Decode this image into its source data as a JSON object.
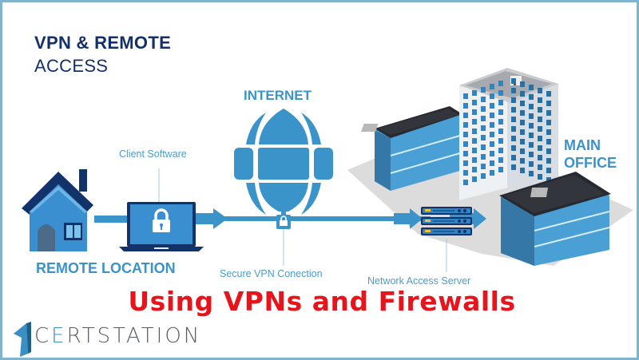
{
  "diagram": {
    "title_line1": "VPN & REMOTE",
    "title_line2": "ACCESS",
    "internet_label": "INTERNET",
    "client_software_label": "Client Software",
    "remote_location_label": "REMOTE LOCATION",
    "secure_vpn_label": "Secure VPN Conection",
    "network_access_server_label": "Network Access Server",
    "main_office_line1": "MAIN",
    "main_office_line2": "OFFICE",
    "icons": [
      "house-icon",
      "laptop-lock-icon",
      "globe-icon",
      "padlock-icon",
      "server-rack-icon",
      "office-buildings-icon",
      "arrow-right-icon"
    ]
  },
  "caption": "Using VPNs and Firewalls",
  "brand": {
    "logo_text_prefix": "C",
    "logo_text_highlight": "E",
    "logo_text_suffix": "RTSTATION",
    "logo_icon": "certstation-logo-icon"
  },
  "colors": {
    "navy": "#14306a",
    "accent_blue": "#3a93c9",
    "caption_red": "#e8141c",
    "border": "#7fb4cf"
  }
}
